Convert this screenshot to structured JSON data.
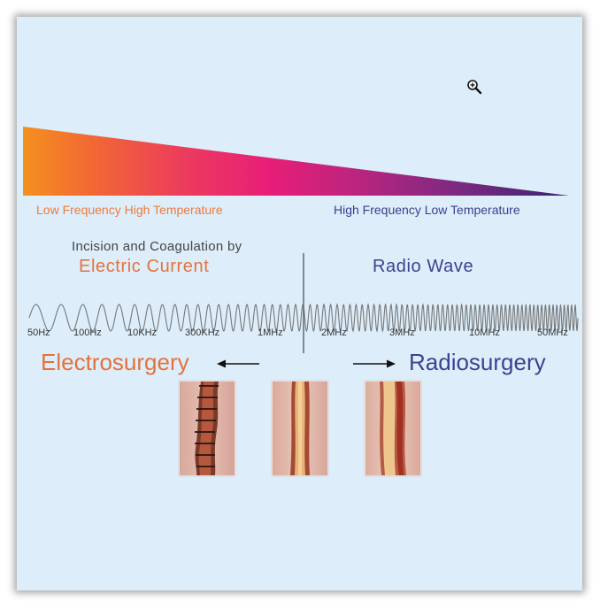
{
  "banner": {
    "low_label": "Low Frequency High Temperature",
    "high_label": "High Frequency Low Temperature",
    "low_color": "#f07a3c",
    "high_color": "#3b3e8c"
  },
  "headings": {
    "incision": "Incision and Coagulation by",
    "electric": "Electric Current",
    "radio": "Radio Wave",
    "electric_color": "#e5713d",
    "radio_color": "#3d4190"
  },
  "frequency_labels": [
    "50Hz",
    "100Hz",
    "10KHz",
    "300KHz",
    "1MHz",
    "2MHz",
    "3MHz",
    "10MHz",
    "50MHz"
  ],
  "surgery": {
    "electro": "Electrosurgery",
    "radio": "Radiosurgery"
  },
  "icons": {
    "zoom": "zoom-in-icon",
    "left_arrow": "arrow-left-icon",
    "right_arrow": "arrow-right-icon"
  },
  "photos": [
    "tissue-electrosurgery-photo",
    "tissue-center-photo",
    "tissue-radiosurgery-photo"
  ]
}
